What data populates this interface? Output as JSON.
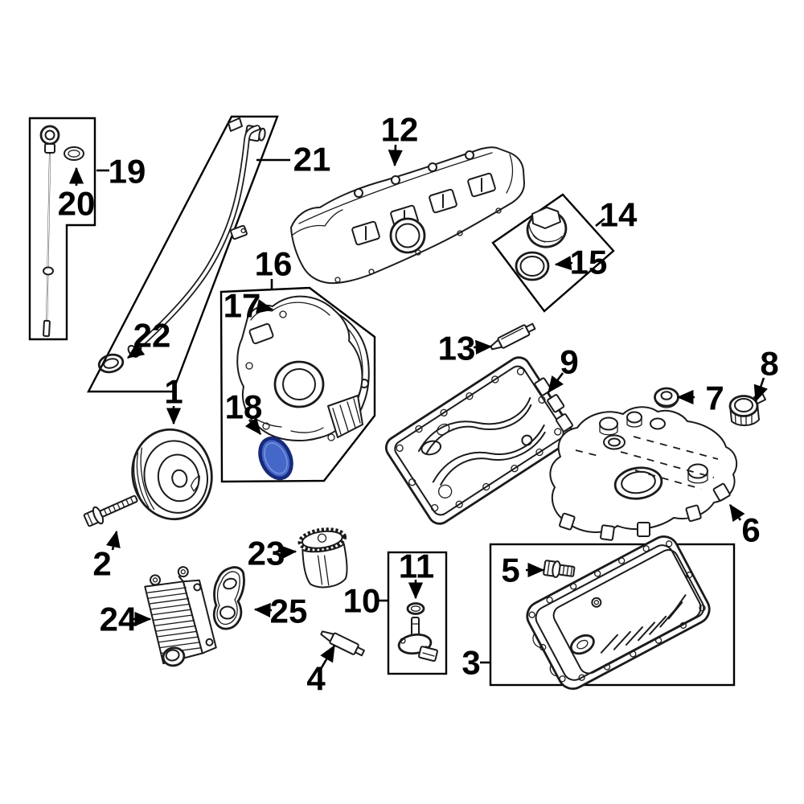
{
  "diagram": {
    "type": "engine-parts-exploded-diagram",
    "background_color": "#ffffff",
    "line_color": "#1b1b1b",
    "highlight": {
      "fill": "#4467c8",
      "stroke": "#172a7a"
    },
    "highlighted_callout": "18",
    "callouts": [
      {
        "num": "1"
      },
      {
        "num": "2"
      },
      {
        "num": "3"
      },
      {
        "num": "4"
      },
      {
        "num": "5"
      },
      {
        "num": "6"
      },
      {
        "num": "7"
      },
      {
        "num": "8"
      },
      {
        "num": "9"
      },
      {
        "num": "10"
      },
      {
        "num": "11"
      },
      {
        "num": "12"
      },
      {
        "num": "13"
      },
      {
        "num": "14"
      },
      {
        "num": "15"
      },
      {
        "num": "16"
      },
      {
        "num": "17"
      },
      {
        "num": "18"
      },
      {
        "num": "19"
      },
      {
        "num": "20"
      },
      {
        "num": "21"
      },
      {
        "num": "22"
      },
      {
        "num": "23"
      },
      {
        "num": "24"
      },
      {
        "num": "25"
      }
    ]
  }
}
